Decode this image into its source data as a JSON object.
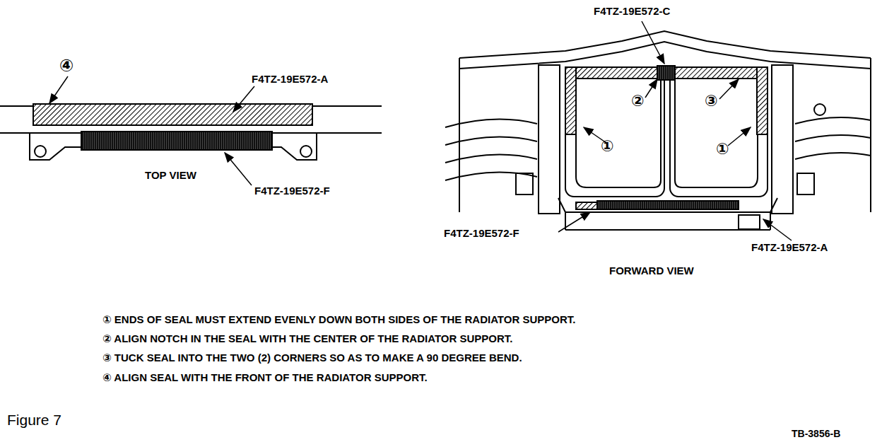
{
  "diagram": {
    "caption": "Figure 7",
    "labels": [
      "④",
      "F4TZ-19E572-A",
      "TOP VIEW",
      "F4TZ-19E572-F",
      "F4TZ-19E572-C",
      "②",
      "③",
      "①",
      "①",
      "F4TZ-19E572-F",
      "F4TZ-19E572-A",
      "FORWARD VIEW",
      "① ENDS OF SEAL MUST EXTEND EVENLY DOWN BOTH SIDES OF THE RADIATOR SUPPORT.",
      "② ALIGN NOTCH IN THE SEAL WITH THE CENTER OF THE RADIATOR SUPPORT.",
      "③ TUCK SEAL INTO THE TWO (2) CORNERS SO AS TO MAKE A 90 DEGREE BEND.",
      "④ ALIGN SEAL WITH THE FRONT OF THE RADIATOR SUPPORT.",
      "TB-3856-B"
    ]
  }
}
